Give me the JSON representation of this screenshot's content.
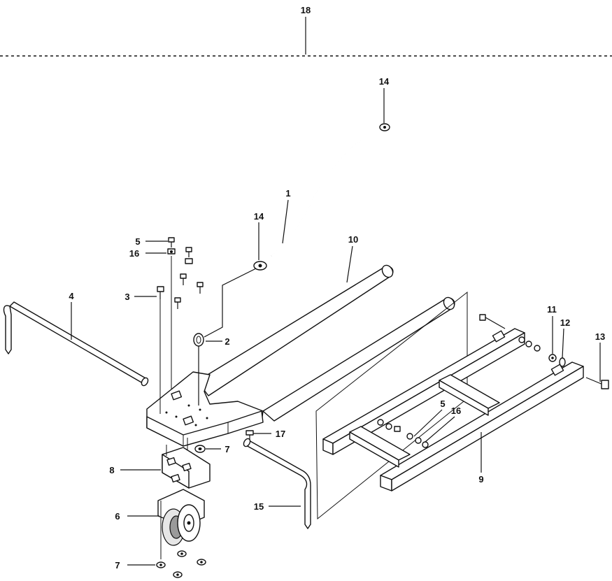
{
  "callouts": {
    "c18": "18",
    "c14a": "14",
    "c1": "1",
    "c14b": "14",
    "c10": "10",
    "c5a": "5",
    "c16a": "16",
    "c3": "3",
    "c4": "4",
    "c2": "2",
    "c11": "11",
    "c12": "12",
    "c13": "13",
    "c5b": "5",
    "c16b": "16",
    "c17": "17",
    "c7a": "7",
    "c8": "8",
    "c9": "9",
    "c6": "6",
    "c15": "15",
    "c7b": "7"
  }
}
